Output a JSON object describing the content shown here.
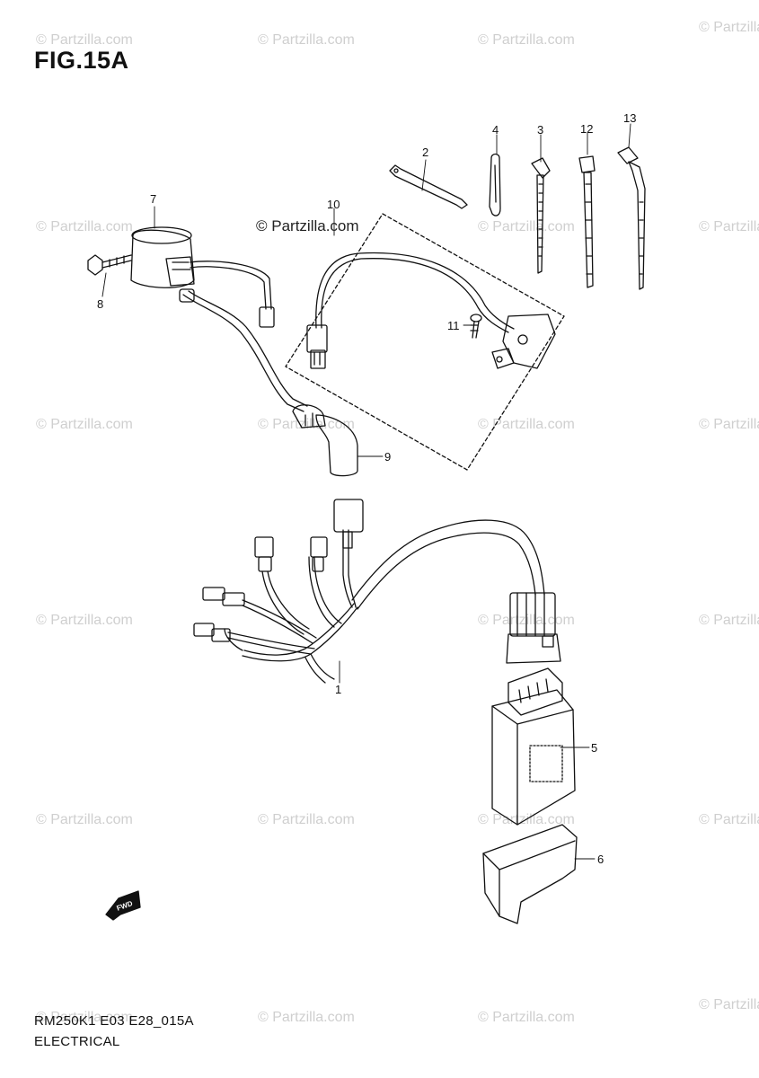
{
  "figure": {
    "title": "FIG.15A"
  },
  "watermark": {
    "text": "© Partzilla.com"
  },
  "callouts": [
    {
      "id": "1",
      "label": "1"
    },
    {
      "id": "2",
      "label": "2"
    },
    {
      "id": "3",
      "label": "3"
    },
    {
      "id": "4",
      "label": "4"
    },
    {
      "id": "5",
      "label": "5"
    },
    {
      "id": "6",
      "label": "6"
    },
    {
      "id": "7",
      "label": "7"
    },
    {
      "id": "8",
      "label": "8"
    },
    {
      "id": "9",
      "label": "9"
    },
    {
      "id": "10",
      "label": "10"
    },
    {
      "id": "11",
      "label": "11"
    },
    {
      "id": "12",
      "label": "12"
    },
    {
      "id": "13",
      "label": "13"
    }
  ],
  "direction_marker": {
    "label": "FWD"
  },
  "footer": {
    "code": "RM250K1 E03 E28_015A",
    "section": "ELECTRICAL"
  }
}
